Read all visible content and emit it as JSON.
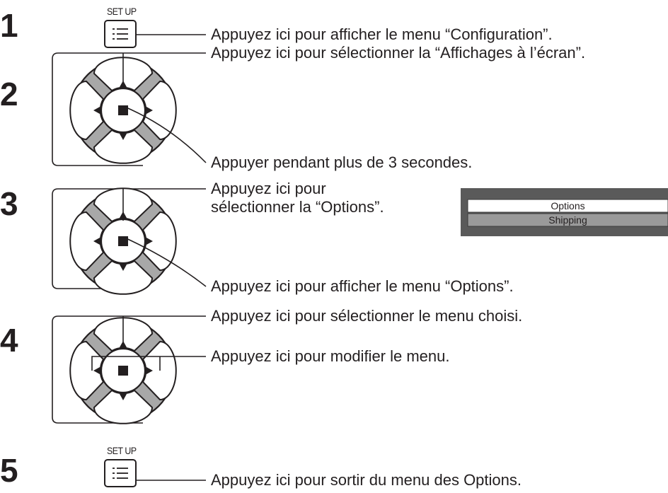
{
  "steps": [
    {
      "number": "1",
      "setup_label": "SET UP",
      "instruction": "Appuyez ici pour afficher le menu “Configuration”."
    },
    {
      "number": "2",
      "instruction_up": "Appuyez ici pour sélectionner la “Affichages à l’écran”.",
      "instruction_center": "Appuyer pendant plus de 3 secondes."
    },
    {
      "number": "3",
      "instruction_up_line1": "Appuyez ici pour",
      "instruction_up_line2": "sélectionner la “Options”.",
      "instruction_center": "Appuyez ici pour afficher le menu “Options”."
    },
    {
      "number": "4",
      "instruction_up": "Appuyez ici pour sélectionner le menu choisi.",
      "instruction_lr": "Appuyez ici pour modifier le menu."
    },
    {
      "number": "5",
      "setup_label": "SET UP",
      "instruction": "Appuyez ici pour sortir du menu des Options."
    }
  ],
  "menu_preview": {
    "items": [
      "Options",
      "Shipping"
    ],
    "colors": {
      "frame": "#5a5a5a",
      "item_normal": "#ffffff",
      "item_selected": "#9a9a9a"
    }
  },
  "icons": [
    "setup-menu-icon",
    "directional-pad-icon",
    "arrow-up-icon",
    "arrow-down-icon",
    "arrow-left-icon",
    "arrow-right-icon",
    "center-action-icon"
  ]
}
